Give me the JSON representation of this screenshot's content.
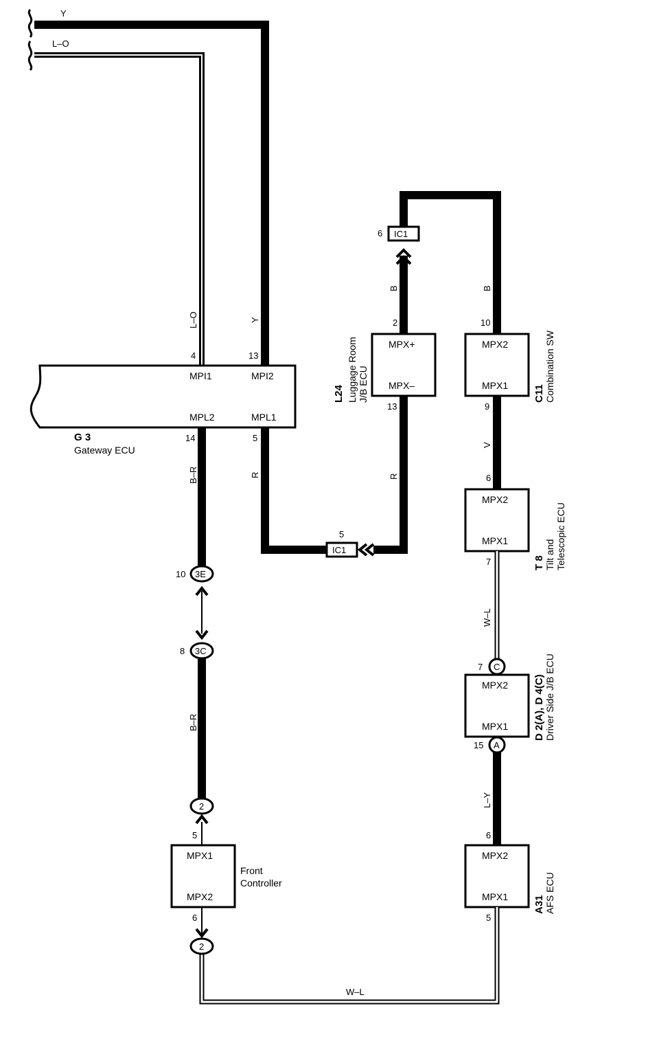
{
  "wire_colors": {
    "top_y": "Y",
    "top_lo": "L–O",
    "g3_lo": "L–O",
    "g3_y": "Y",
    "g3_br": "B–R",
    "g3_r": "R",
    "l24_b": "B",
    "l24_r": "R",
    "c11_b": "B",
    "c11_v": "V",
    "t8_wl": "W–L",
    "fc_br": "B–R",
    "a31_ly": "L–Y",
    "bottom_wl": "W–L"
  },
  "components": {
    "g3": {
      "code": "G 3",
      "name": "Gateway ECU",
      "pins": {
        "mpi1": "MPI1",
        "mpi2": "MPI2",
        "mpl2": "MPL2",
        "mpl1": "MPL1"
      },
      "pin_numbers": {
        "mpi1": "4",
        "mpi2": "13",
        "mpl2": "14",
        "mpl1": "5"
      }
    },
    "l24": {
      "code": "L24",
      "name_line1": "Luggage Room",
      "name_line2": "J/B ECU",
      "pins": {
        "top": "MPX+",
        "bottom": "MPX–"
      },
      "pin_numbers": {
        "top": "2",
        "bottom": "13"
      }
    },
    "c11": {
      "code": "C11",
      "name": "Combination SW",
      "pins": {
        "top": "MPX2",
        "bottom": "MPX1"
      },
      "pin_numbers": {
        "top": "10",
        "bottom": "9"
      }
    },
    "t8": {
      "code": "T 8",
      "name_line1": "Tilt and",
      "name_line2": "Telescopic ECU",
      "pins": {
        "top": "MPX2",
        "bottom": "MPX1"
      },
      "pin_numbers": {
        "top": "6",
        "bottom": "7"
      }
    },
    "d2": {
      "code": "D 2(A), D 4(C)",
      "name": "Driver Side J/B ECU",
      "pins": {
        "top": "MPX2",
        "bottom": "MPX1"
      },
      "pin_numbers": {
        "top": "7",
        "bottom": "15"
      },
      "connector_top": "C",
      "connector_bottom": "A"
    },
    "a31": {
      "code": "A31",
      "name": "AFS ECU",
      "pins": {
        "top": "MPX2",
        "bottom": "MPX1"
      },
      "pin_numbers": {
        "top": "6",
        "bottom": "5"
      }
    },
    "fc": {
      "name_line1": "Front",
      "name_line2": "Controller",
      "pins": {
        "top": "MPX1",
        "bottom": "MPX2"
      },
      "pin_numbers": {
        "top": "5",
        "bottom": "6"
      }
    }
  },
  "connectors": {
    "ic1_top": {
      "label": "IC1",
      "pin": "6"
    },
    "ic1_bottom": {
      "label": "IC1",
      "pin": "5"
    },
    "c3e": {
      "label": "3E",
      "pin": "10"
    },
    "c3c": {
      "label": "3C",
      "pin": "8"
    },
    "c2_top": {
      "label": "2"
    },
    "c2_bottom": {
      "label": "2"
    }
  }
}
